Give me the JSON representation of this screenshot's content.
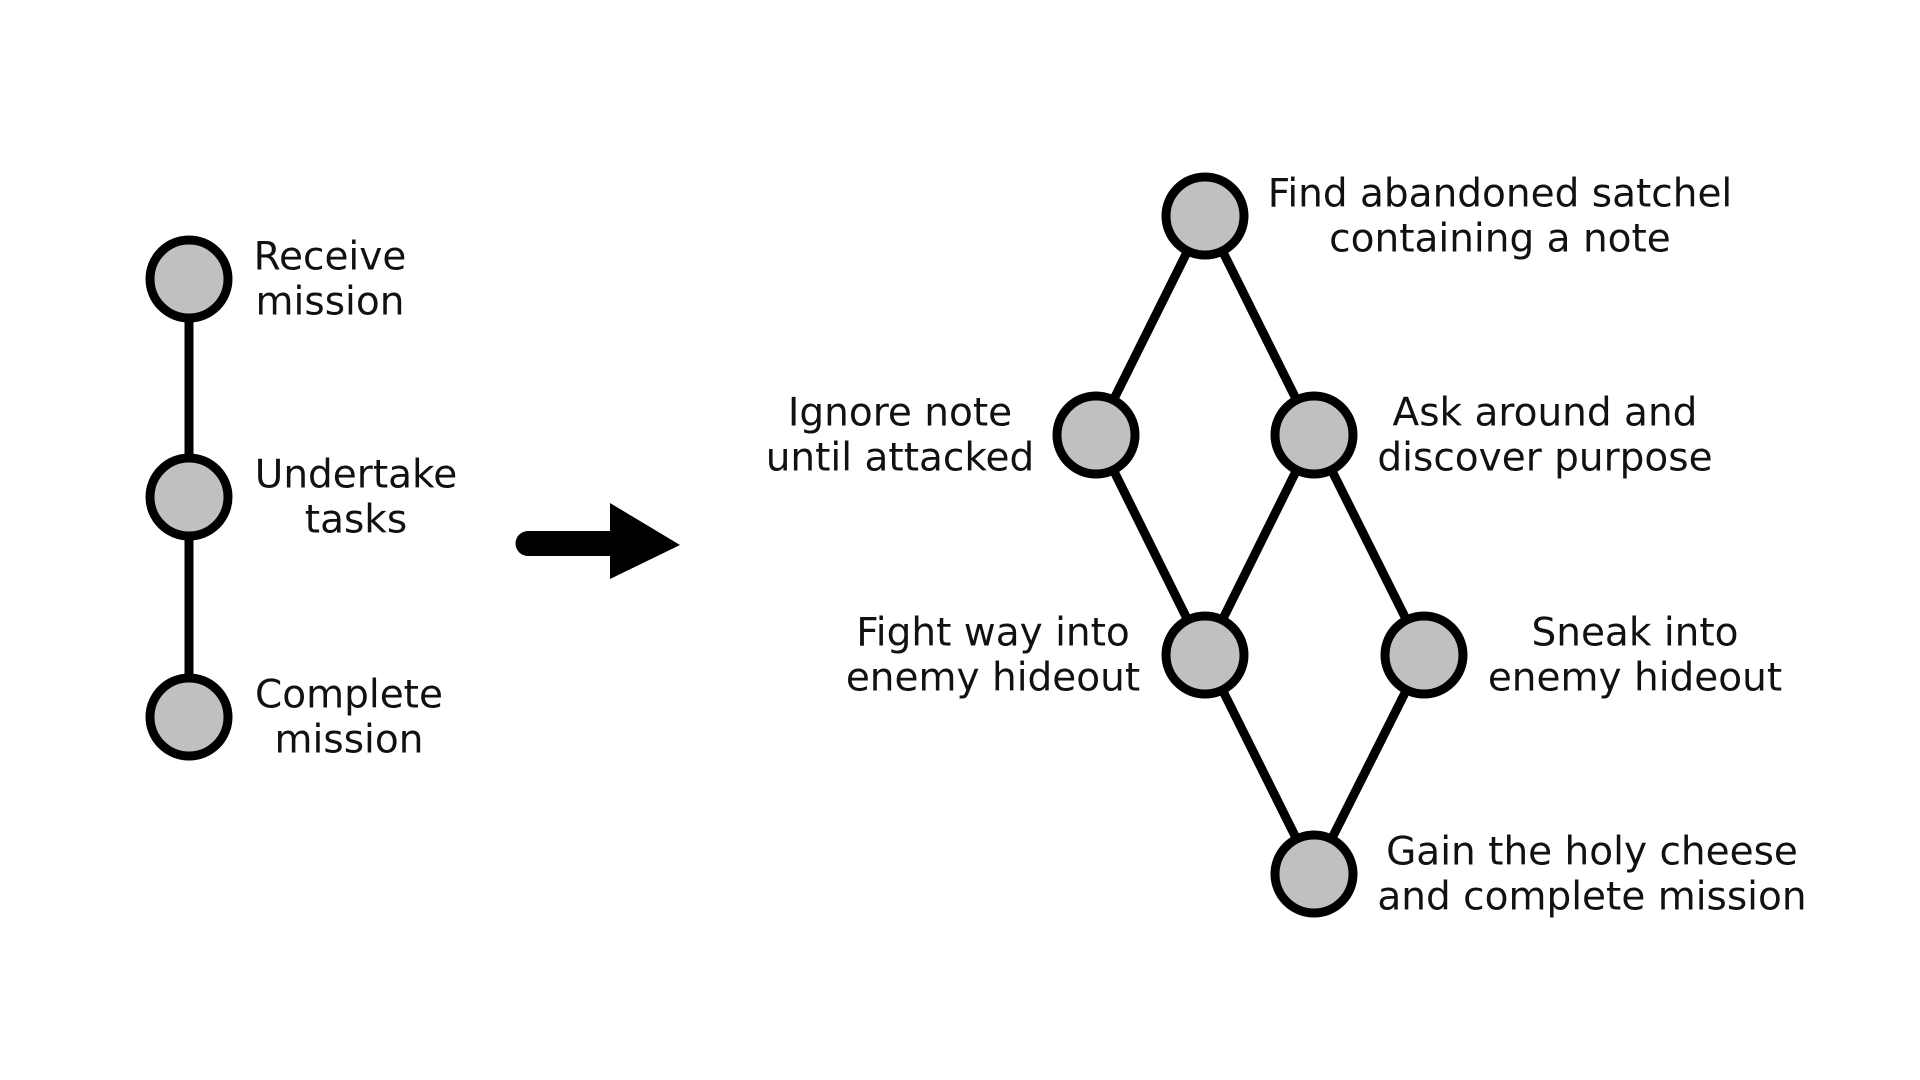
{
  "colors": {
    "node_fill": "#c0c0c0",
    "stroke": "#000000",
    "text": "#111111",
    "background": "#ffffff"
  },
  "linear": {
    "nodes": [
      {
        "id": "receive",
        "lines": [
          "Receive",
          "mission"
        ]
      },
      {
        "id": "undertake",
        "lines": [
          "Undertake",
          "tasks"
        ]
      },
      {
        "id": "complete",
        "lines": [
          "Complete",
          "mission"
        ]
      }
    ],
    "edges": [
      [
        "receive",
        "undertake"
      ],
      [
        "undertake",
        "complete"
      ]
    ]
  },
  "arrow": {
    "icon": "right-arrow-icon"
  },
  "branching": {
    "nodes": [
      {
        "id": "find",
        "lines": [
          "Find abandoned satchel",
          "containing a note"
        ]
      },
      {
        "id": "ignore",
        "lines": [
          "Ignore note",
          "until attacked"
        ]
      },
      {
        "id": "ask",
        "lines": [
          "Ask around and",
          "discover purpose"
        ]
      },
      {
        "id": "fight",
        "lines": [
          "Fight way into",
          "enemy hideout"
        ]
      },
      {
        "id": "sneak",
        "lines": [
          "Sneak into",
          "enemy hideout"
        ]
      },
      {
        "id": "gain",
        "lines": [
          "Gain the holy cheese",
          "and complete mission"
        ]
      }
    ],
    "edges": [
      [
        "find",
        "ignore"
      ],
      [
        "find",
        "ask"
      ],
      [
        "ignore",
        "fight"
      ],
      [
        "ask",
        "fight"
      ],
      [
        "ask",
        "sneak"
      ],
      [
        "fight",
        "gain"
      ],
      [
        "sneak",
        "gain"
      ]
    ]
  }
}
